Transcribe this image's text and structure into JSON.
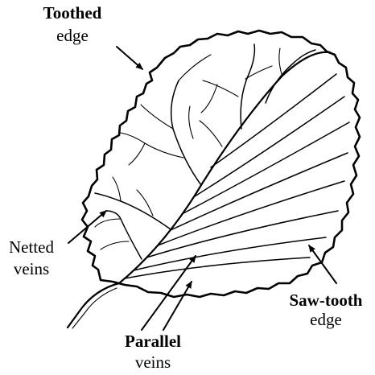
{
  "labels": {
    "toothed": {
      "line1": "Toothed",
      "line2": "edge"
    },
    "netted": {
      "line1": "Netted",
      "line2": "veins"
    },
    "parallel": {
      "line1": "Parallel",
      "line2": "veins"
    },
    "sawtooth": {
      "line1": "Saw-tooth",
      "line2": "edge"
    }
  }
}
